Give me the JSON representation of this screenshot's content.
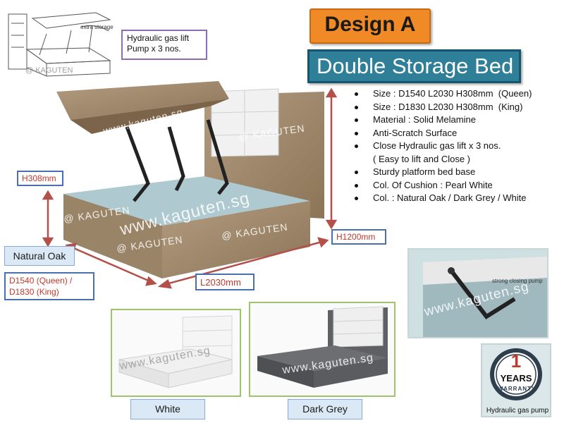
{
  "design_label": "Design A",
  "product_title": "Double Storage Bed",
  "specs": [
    "Size : D1540 L2030 H308mm  (Queen)",
    "Size : D1830 L2030 H308mm  (King)",
    "Material : Solid Melamine",
    "Anti-Scratch Surface",
    "Close Hydraulic gas lift x 3 nos.",
    "( Easy to lift and Close )",
    "Sturdy platform bed base",
    "Col. Of Cushion : Pearl White",
    "Col. : Natural Oak / Dark Grey / White"
  ],
  "spec_bullets": [
    true,
    true,
    true,
    true,
    true,
    false,
    true,
    true,
    true
  ],
  "sketch": {
    "label": "extra storage",
    "watermark": "@ KAGUTEN"
  },
  "hydraulic_callout": {
    "line1": "Hydraulic gas lift",
    "line2": "Pump x 3 nos."
  },
  "dimensions": {
    "height": "H308mm",
    "headboard_height": "H1200mm",
    "length": "L2030mm",
    "depth_line1": "D1540  (Queen)  /",
    "depth_line2": "D1830 (King)"
  },
  "main_image": {
    "color_label": "Natural Oak",
    "watermarks": [
      "www.kaguten.sg",
      "www.kaguten.sg",
      "@ KAGUTEN",
      "@ KAGUTEN",
      "@ KAGUTEN",
      "@ KAGUTEN"
    ]
  },
  "variants": [
    {
      "label": "White",
      "watermark": "www.kaguten.sg"
    },
    {
      "label": "Dark Grey",
      "watermark": "www.kaguten.sg"
    }
  ],
  "closeup": {
    "watermark": "www.kaguten.sg",
    "annotation": "strong closing pump"
  },
  "warranty": {
    "number": "1",
    "unit": "YEARS",
    "word": "WARRANTY",
    "caption": "Hydraulic gas pump"
  },
  "colors": {
    "orange": "#f08a26",
    "teal": "#2f7f99",
    "oak": "#a38a6e",
    "dark_grey": "#5a5c60",
    "red_text": "#c0392b"
  }
}
